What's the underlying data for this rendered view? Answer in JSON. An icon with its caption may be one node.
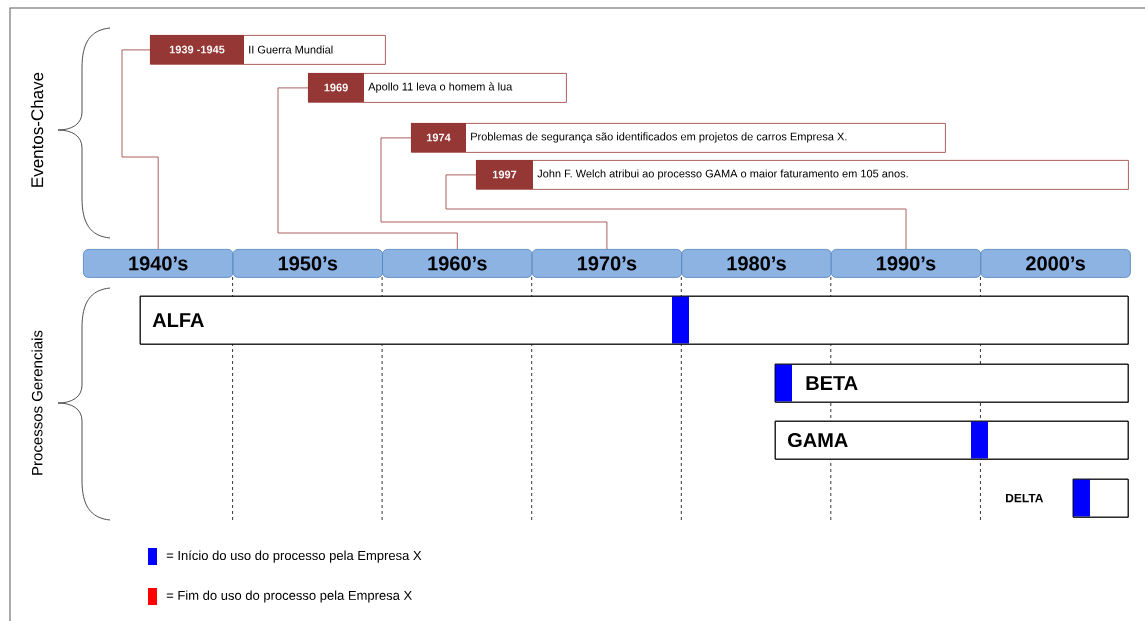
{
  "diagram": {
    "nodes": [
      {
        "text": [
          "1939 -1945",
          "II Guerra Mundial"
        ]
      },
      {
        "text": [
          "1969",
          "Apollo 11 leva o homem à lua"
        ]
      },
      {
        "text": [
          "1974",
          "Problemas de segurança são identificados em projetos de carros Empresa X."
        ]
      },
      {
        "text": [
          "1997",
          "John F. Welch atribui ao processo GAMA o maior faturamento em 105 anos."
        ]
      },
      {
        "text": [
          "1940’s"
        ]
      },
      {
        "text": [
          "1950’s"
        ]
      },
      {
        "text": [
          "1960’s"
        ]
      },
      {
        "text": [
          "1970’s"
        ]
      },
      {
        "text": [
          "1980’s"
        ]
      },
      {
        "text": [
          "1990’s"
        ]
      },
      {
        "text": [
          "2000’s"
        ]
      },
      {
        "text": [
          "ALFA"
        ]
      },
      {
        "text": [
          "BETA"
        ]
      },
      {
        "text": [
          "GAMA"
        ]
      },
      {
        "text": [
          "DELTA"
        ]
      }
    ],
    "edges": [
      {
        "from": 0,
        "to": 4,
        "arrow": "none"
      },
      {
        "from": 1,
        "to": 6,
        "arrow": "none"
      },
      {
        "from": 2,
        "to": 7,
        "arrow": "none"
      },
      {
        "from": 3,
        "to": 9,
        "arrow": "none"
      }
    ],
    "labels": [
      "Eventos-Chave",
      "Processos Gerenciais"
    ],
    "legend": [
      {
        "text": "= Início do uso do processo pela Empresa X",
        "color": "#0000ff"
      },
      {
        "text": "= Fim do uso do processo pela Empresa X",
        "color": "#ff0000"
      }
    ]
  }
}
